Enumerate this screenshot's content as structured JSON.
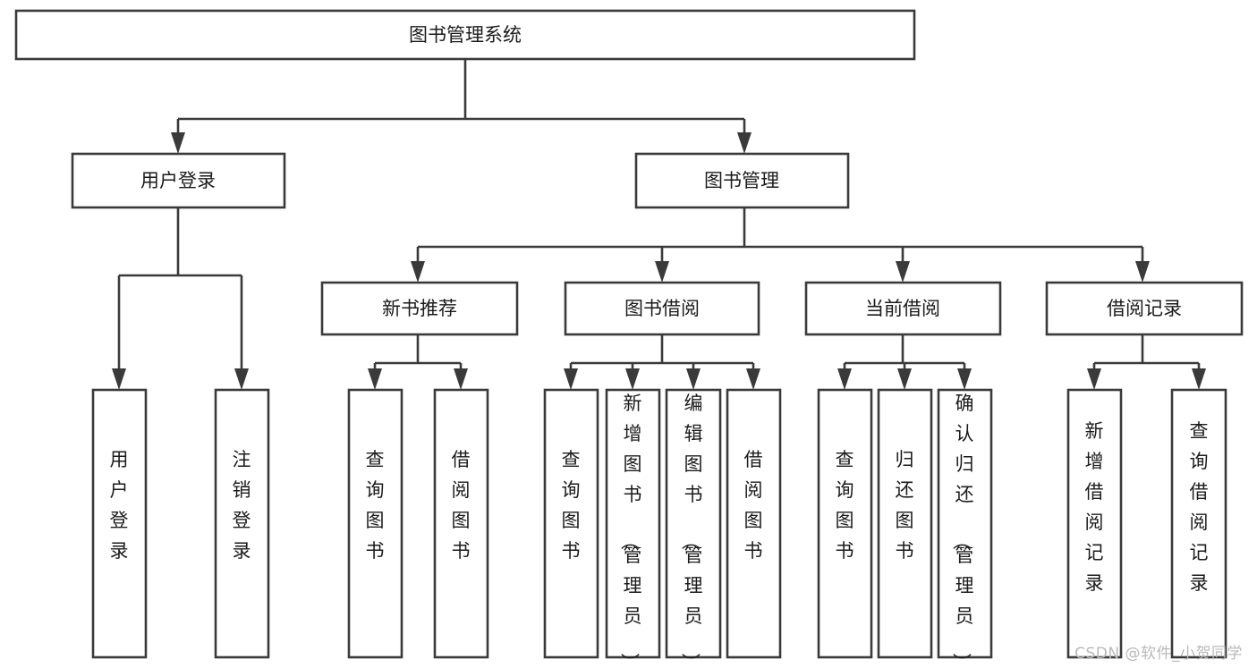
{
  "diagram": {
    "type": "tree",
    "title": "图书管理系统",
    "watermark": "CSDN @软件_小贺同学",
    "colors": {
      "stroke": "#3a3a3a",
      "box_fill": "#ffffff",
      "text": "#1b1b1b",
      "background": "#ffffff",
      "watermark": "#b9b9b9"
    },
    "nodes": {
      "root": {
        "label": "图书管理系统",
        "level": 1,
        "orientation": "horizontal"
      },
      "l2": [
        {
          "id": "user-login",
          "label": "用户登录",
          "level": 2,
          "orientation": "horizontal"
        },
        {
          "id": "book-management",
          "label": "图书管理",
          "level": 2,
          "orientation": "horizontal"
        }
      ],
      "l3": [
        {
          "id": "new-book-recommend",
          "label": "新书推荐",
          "level": 3,
          "orientation": "horizontal",
          "parent": "book-management"
        },
        {
          "id": "book-borrow",
          "label": "图书借阅",
          "level": 3,
          "orientation": "horizontal",
          "parent": "book-management"
        },
        {
          "id": "current-borrow",
          "label": "当前借阅",
          "level": 3,
          "orientation": "horizontal",
          "parent": "book-management"
        },
        {
          "id": "borrow-record",
          "label": "借阅记录",
          "level": 3,
          "orientation": "horizontal",
          "parent": "book-management"
        }
      ],
      "leaves": [
        {
          "id": "leaf-user-login",
          "label": "用户登录",
          "parent": "user-login",
          "orientation": "vertical"
        },
        {
          "id": "leaf-logout-login",
          "label": "注销登录",
          "parent": "user-login",
          "orientation": "vertical"
        },
        {
          "id": "leaf-query-book-1",
          "label": "查询图书",
          "parent": "new-book-recommend",
          "orientation": "vertical"
        },
        {
          "id": "leaf-borrow-book-1",
          "label": "借阅图书",
          "parent": "new-book-recommend",
          "orientation": "vertical"
        },
        {
          "id": "leaf-query-book-2",
          "label": "查询图书",
          "parent": "book-borrow",
          "orientation": "vertical"
        },
        {
          "id": "leaf-add-book-admin",
          "label": "新增图书（管理员）",
          "parent": "book-borrow",
          "orientation": "vertical"
        },
        {
          "id": "leaf-edit-book-admin",
          "label": "编辑图书（管理员）",
          "parent": "book-borrow",
          "orientation": "vertical"
        },
        {
          "id": "leaf-borrow-book-2",
          "label": "借阅图书",
          "parent": "book-borrow",
          "orientation": "vertical"
        },
        {
          "id": "leaf-query-book-3",
          "label": "查询图书",
          "parent": "current-borrow",
          "orientation": "vertical"
        },
        {
          "id": "leaf-return-book",
          "label": "归还图书",
          "parent": "current-borrow",
          "orientation": "vertical"
        },
        {
          "id": "leaf-confirm-return-admin",
          "label": "确认归还（管理员）",
          "parent": "current-borrow",
          "orientation": "vertical"
        },
        {
          "id": "leaf-add-borrow-record",
          "label": "新增借阅记录",
          "parent": "borrow-record",
          "orientation": "vertical"
        },
        {
          "id": "leaf-query-borrow-record",
          "label": "查询借阅记录",
          "parent": "borrow-record",
          "orientation": "vertical"
        }
      ]
    }
  }
}
